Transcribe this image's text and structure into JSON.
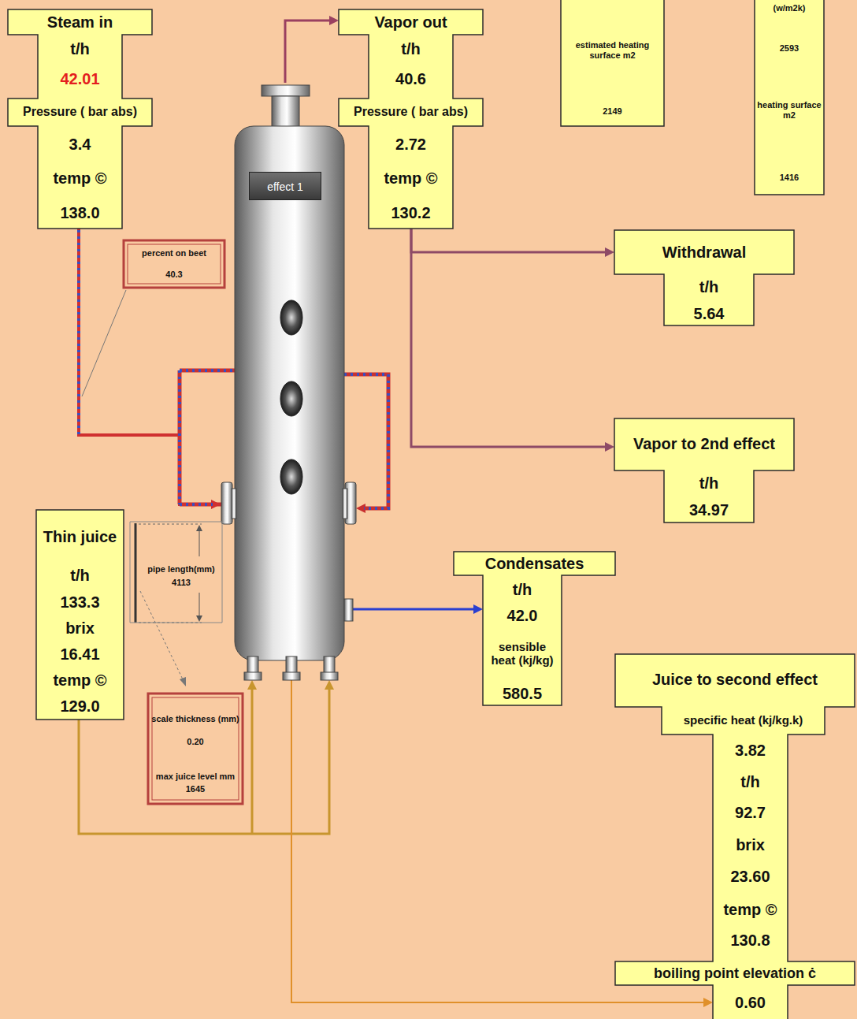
{
  "diagram": {
    "nodes": [
      {
        "text": [
          "Steam in",
          "t/h",
          "42.01",
          "Pressure ( bar abs)",
          "3.4",
          "temp ©",
          "138.0"
        ]
      },
      {
        "text": [
          "Vapor out",
          "t/h",
          "40.6",
          "Pressure ( bar abs)",
          "2.72",
          "temp ©",
          "130.2"
        ]
      },
      {
        "text": [
          "estimated heating surface m2",
          "2149"
        ]
      },
      {
        "text": [
          "(w/m2k)",
          "2593",
          "heating surface m2",
          "1416"
        ]
      },
      {
        "text": [
          "effect 1"
        ]
      },
      {
        "text": [
          "percent on beet",
          "40.3"
        ]
      },
      {
        "text": [
          "Withdrawal",
          "t/h",
          "5.64"
        ]
      },
      {
        "text": [
          "Vapor to 2nd effect",
          "t/h",
          "34.97"
        ]
      },
      {
        "text": [
          "Thin juice",
          "t/h",
          "133.3",
          "brix",
          "16.41",
          "temp ©",
          "129.0"
        ]
      },
      {
        "text": [
          "pipe length(mm)",
          "4113"
        ]
      },
      {
        "text": [
          "Condensates",
          "t/h",
          "42.0",
          "sensible heat (kj/kg)",
          "580.5"
        ]
      },
      {
        "text": [
          "Juice to second effect",
          "specific heat (kj/kg.k)",
          "3.82",
          "t/h",
          "92.7",
          "brix",
          "23.60",
          "temp ©",
          "130.8",
          "boiling point elevation ċ",
          "0.60"
        ]
      },
      {
        "text": [
          "scale thickness (mm)",
          "0.20",
          "max juice level mm",
          "1645"
        ]
      }
    ],
    "edges": [
      {
        "from": 0,
        "to": 4,
        "arrow": "to"
      },
      {
        "from": 4,
        "to": 1,
        "arrow": "to"
      },
      {
        "from": 1,
        "to": 6,
        "arrow": "to"
      },
      {
        "from": 1,
        "to": 7,
        "arrow": "to"
      },
      {
        "from": 8,
        "to": 4,
        "arrow": "to"
      },
      {
        "from": 4,
        "to": 10,
        "arrow": "to"
      },
      {
        "from": 4,
        "to": 11,
        "arrow": "to"
      }
    ]
  }
}
